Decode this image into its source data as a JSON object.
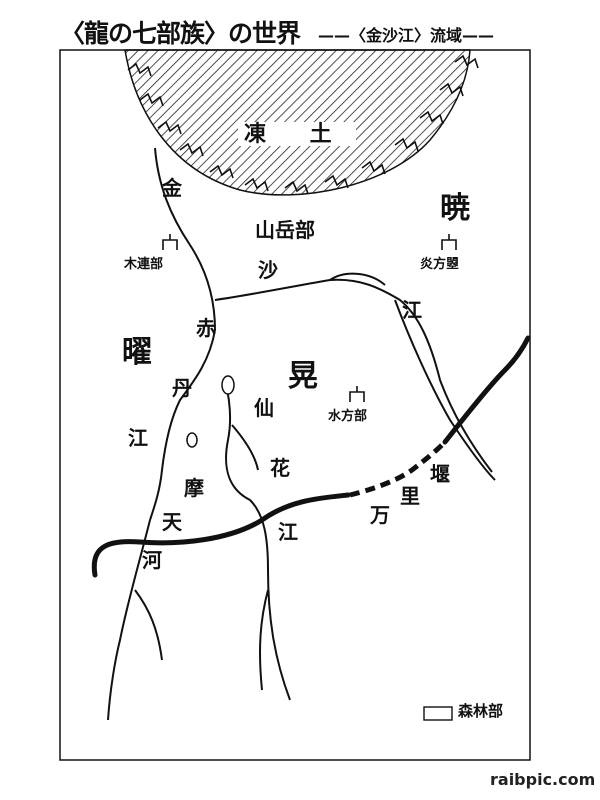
{
  "header": {
    "title": "〈龍の七部族〉の世界",
    "subtitle": "——〈金沙江〉流域——"
  },
  "map": {
    "frozen_land": "凍 土",
    "regions": {
      "gyo": "暁",
      "you": "曜",
      "kou": "晃"
    },
    "tribes": {
      "sangaku": "山岳部",
      "mokuren": "木連部",
      "enho": "炎方曌",
      "suiho": "水方部"
    },
    "rivers": {
      "kinsha": [
        "金",
        "沙",
        "江"
      ],
      "sekitan": [
        "赤",
        "丹",
        "江"
      ],
      "senka": [
        "仙",
        "花",
        "江"
      ],
      "maten": [
        "摩",
        "天",
        "河"
      ]
    },
    "wall": {
      "man": "万",
      "ri": "里",
      "en": "堰"
    },
    "legend": {
      "forest_label": "森林部"
    }
  },
  "watermark": "raibpic.com"
}
